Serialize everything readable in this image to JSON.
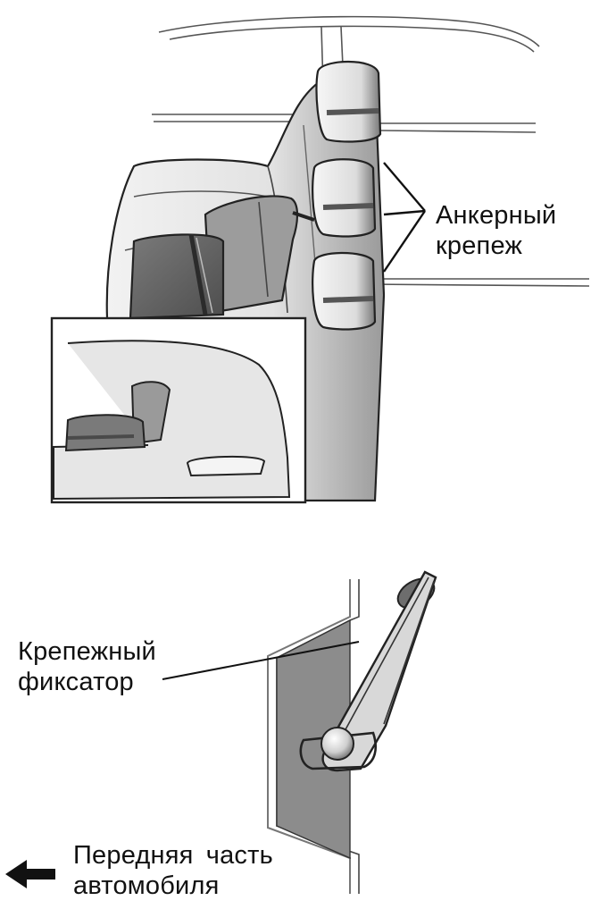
{
  "labels": {
    "anchor_line1": "Анкерный",
    "anchor_line2": "крепеж",
    "latch_line1": "Крепежный",
    "latch_line2": "фиксатор",
    "front_line1": "Передняя часть",
    "front_line2": "автомобиля"
  },
  "colors": {
    "ink": "#111111",
    "seat_fill": "#e4e4e4",
    "seat_shade": "#8a8a8a",
    "child_seat": "#6e6e6e",
    "panel": "#8c8c8c",
    "paper": "#ffffff"
  },
  "icons": {
    "front_arrow": "arrow-left-icon"
  }
}
